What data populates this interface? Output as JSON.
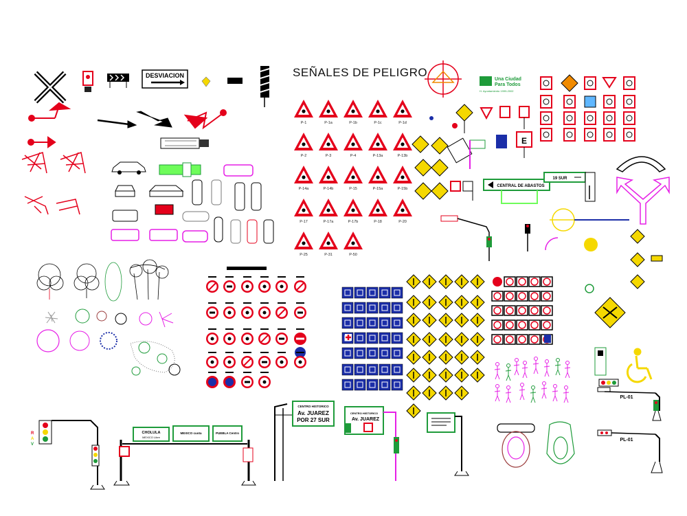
{
  "title": "SEÑALES DE PELIGRO",
  "desviacion": "DESVIACION",
  "city_logo": {
    "line1": "Una Ciudad",
    "line2": "Para Todos",
    "line3": "H. Ayuntamiento 1999-2002"
  },
  "danger_labels": [
    [
      "P-1",
      "P-1a",
      "P-1b",
      "P-1c",
      "P-1d"
    ],
    [
      "P-2",
      "P-3",
      "P-4",
      "P-13a",
      "P-13b"
    ],
    [
      "P-14a",
      "P-14b",
      "P-15",
      "P-15a",
      "P-15b"
    ],
    [
      "P-17",
      "P-17a",
      "P-17b",
      "P-18",
      "P-20"
    ],
    [
      "P-25",
      "P-31",
      "P-50"
    ]
  ],
  "direction_signs": {
    "central_abastos": "CENTRAL DE ABASTOS",
    "sur19": "19 SUR",
    "juarez_title": "CENTRO HISTORICO",
    "juarez_av": "Av. JUAREZ",
    "juarez_sub": "POR 27 SUR",
    "juarez2_av": "Av. JUAREZ",
    "cholula": "CHOLULA",
    "cholula_sub": "MEXICO Libre",
    "mexico": "MEXICO cuota",
    "puebla": "PUEBLA Centro"
  },
  "pl_labels": [
    "PL-01",
    "PL-01"
  ],
  "traffic_light_letters": "RAV",
  "colors": {
    "red": "#e4001b",
    "yellow": "#f5d800",
    "blue": "#1b2ea8",
    "green": "#1e9b3a",
    "magenta": "#e61ee6",
    "orange": "#f08a00"
  }
}
